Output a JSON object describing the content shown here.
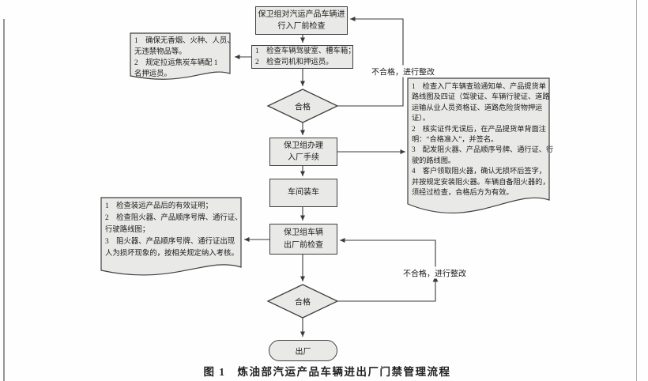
{
  "page": {
    "caption": "图 1　炼油部汽运产品车辆进出厂门禁管理流程"
  },
  "colors": {
    "box_fill": "#e9e9e7",
    "box_border": "#3f3f3f",
    "line": "#3a3a3a",
    "background": "#fefefe"
  },
  "flow": {
    "entry_check_box": {
      "lines": [
        "保卫组对汽运产品车辆进",
        "行入厂前检查"
      ]
    },
    "vehicle_check_box": {
      "lines": [
        "1　检查车辆驾驶室、槽车箱；",
        "2　检查司机和押运员。"
      ]
    },
    "decision1": {
      "label": "合格"
    },
    "feedback1": {
      "label": "不合格，进行整改"
    },
    "entry_procedure_box": {
      "lines": [
        "保卫组办理",
        "入厂手续"
      ]
    },
    "loading_box": {
      "lines": [
        "车间装车"
      ]
    },
    "exit_check_box": {
      "lines": [
        "保卫组车辆",
        "出厂前检查"
      ]
    },
    "decision2": {
      "label": "合格"
    },
    "feedback2": {
      "label": "不合格，进行整改"
    },
    "terminator": {
      "label": "出厂"
    }
  },
  "notes": {
    "entry_note": {
      "lines": [
        "1　确保无香烟、火种、人员、",
        "无违禁物品等。",
        "2　规定拉运焦炭车辆配 1",
        "名押运员。"
      ]
    },
    "procedure_note": {
      "lines": [
        "1　检查入厂车辆查验通知单、产品提货单",
        "路线图及四证（驾驶证、车辆行驶证、道路",
        "运输从业人员资格证、道路危险货物押运",
        "证）。",
        "2　核实证件无误后，在产品提货单背面注",
        "明：“合格准入”，并签名。",
        "3　配发阻火器、产品顺序号牌、通行证、行",
        "驶的路线图。",
        "4　客户领取阻火器，确认无损坏后签字，",
        "并按规定安装阻火器。车辆自备阻火器的，",
        "须经过检查，合格后方为有效。"
      ]
    },
    "exit_note": {
      "lines": [
        "1　检查装运产品后的有效证明；",
        "2　检查阻火器、产品顺序号牌、通行证、",
        "行驶路线图；",
        "3　阻火器、产品顺序号牌、通行证出现",
        "人为损坏现象的，按相关规定纳入考核。"
      ]
    }
  }
}
